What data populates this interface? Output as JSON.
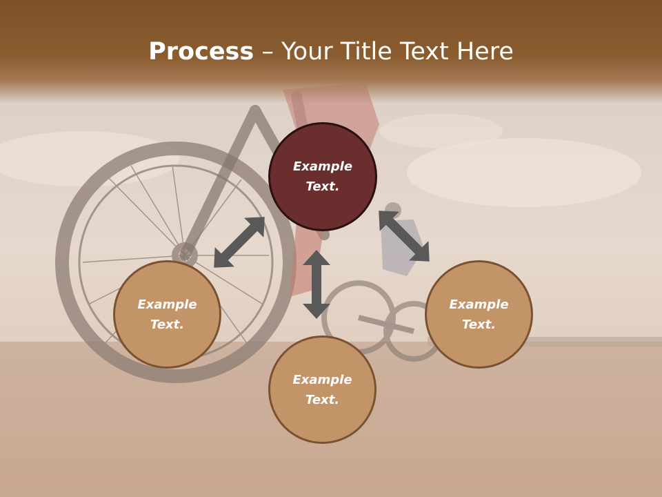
{
  "slide": {
    "title_bold": "Process",
    "title_rest": " – Your Title Text Here",
    "background_photo": "mountain-bike-riders-at-sunset"
  },
  "process": {
    "top": {
      "line1": "Example",
      "line2": "Text."
    },
    "left": {
      "line1": "Example",
      "line2": "Text."
    },
    "bottom": {
      "line1": "Example",
      "line2": "Text."
    },
    "right": {
      "line1": "Example",
      "line2": "Text."
    }
  },
  "colors": {
    "title_bar": "#8a5c30",
    "center_circle": "#6a2e2e",
    "outer_circle": "#c49469",
    "arrow": "#595959"
  }
}
